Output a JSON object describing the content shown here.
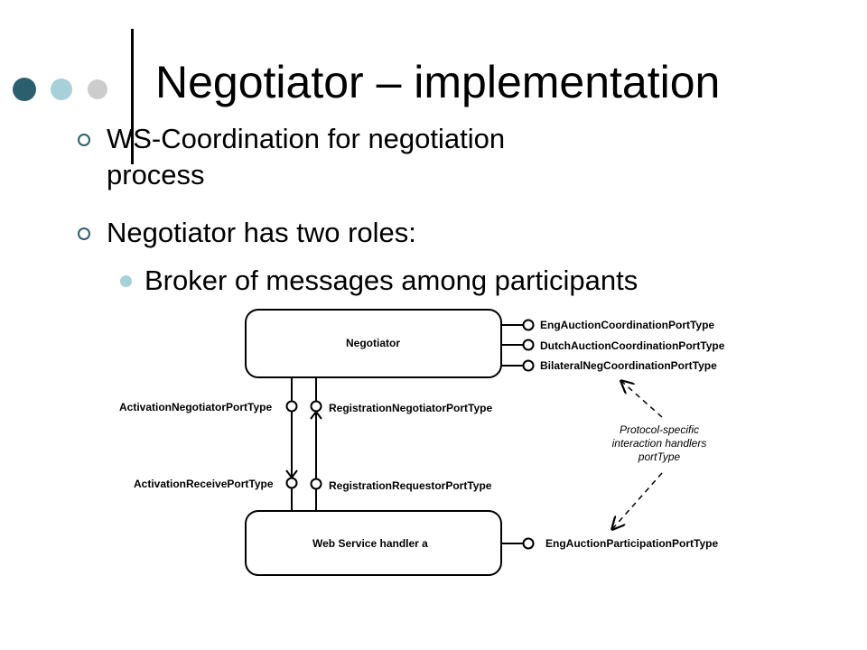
{
  "slide": {
    "title": "Negotiator – implementation",
    "bullets": [
      {
        "line1": "WS-Coordination for negotiation",
        "line2": "process"
      },
      {
        "line1": "Negotiator has two roles:"
      }
    ],
    "sub_bullet": "Broker of messages among participants",
    "decor_colors": [
      "#2c5f6e",
      "#a8d0d8",
      "#cccccc"
    ]
  },
  "diagram": {
    "negotiator_box": "Negotiator",
    "handler_box": "Web Service handler a",
    "negotiator_ports": [
      "EngAuctionCoordinationPortType",
      "DutchAuctionCoordinationPortType",
      "BilateralNegCoordinationPortType"
    ],
    "activation_negotiator": "ActivationNegotiatorPortType",
    "registration_negotiator": "RegistrationNegotiatorPortType",
    "activation_receive": "ActivationReceivePortType",
    "registration_requestor": "RegistrationRequestorPortType",
    "participation_port": "EngAuctionParticipationPortType",
    "note_lines": [
      "Protocol-specific",
      "interaction handlers",
      "portType"
    ]
  }
}
